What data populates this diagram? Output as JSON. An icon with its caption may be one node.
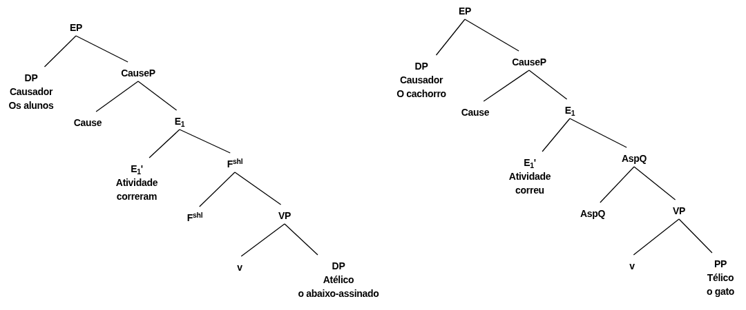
{
  "diagram": {
    "nodes": [
      {
        "text": [
          "EP"
        ]
      },
      {
        "text": [
          "DP",
          "Causador",
          "Os alunos"
        ]
      },
      {
        "text": [
          "CauseP"
        ]
      },
      {
        "text": [
          "Cause"
        ]
      },
      {
        "text": [
          "E$_{1}$"
        ]
      },
      {
        "text": [
          "E$_{1}$'",
          "Atividade",
          "correram"
        ]
      },
      {
        "text": [
          "F$^{shl}$"
        ]
      },
      {
        "text": [
          "F$^{shl}$"
        ]
      },
      {
        "text": [
          "VP"
        ]
      },
      {
        "text": [
          "v"
        ]
      },
      {
        "text": [
          "DP",
          "Atélico",
          "o abaixo-assinado"
        ]
      },
      {
        "text": [
          "EP"
        ]
      },
      {
        "text": [
          "DP",
          "Causador",
          "O cachorro"
        ]
      },
      {
        "text": [
          "CauseP"
        ]
      },
      {
        "text": [
          "Cause"
        ]
      },
      {
        "text": [
          "E$_{1}$"
        ]
      },
      {
        "text": [
          "E$_{1}$'",
          "Atividade",
          "correu"
        ]
      },
      {
        "text": [
          "AspQ"
        ]
      },
      {
        "text": [
          "AspQ"
        ]
      },
      {
        "text": [
          "VP"
        ]
      },
      {
        "text": [
          "v"
        ]
      },
      {
        "text": [
          "PP",
          "Télico",
          "o gato"
        ]
      }
    ],
    "edges": [
      {
        "from": 0,
        "to": 1,
        "arrow": "none"
      },
      {
        "from": 0,
        "to": 2,
        "arrow": "none"
      },
      {
        "from": 2,
        "to": 3,
        "arrow": "none"
      },
      {
        "from": 2,
        "to": 4,
        "arrow": "none"
      },
      {
        "from": 4,
        "to": 5,
        "arrow": "none"
      },
      {
        "from": 4,
        "to": 6,
        "arrow": "none"
      },
      {
        "from": 6,
        "to": 7,
        "arrow": "none"
      },
      {
        "from": 6,
        "to": 8,
        "arrow": "none"
      },
      {
        "from": 8,
        "to": 9,
        "arrow": "none"
      },
      {
        "from": 8,
        "to": 10,
        "arrow": "none"
      },
      {
        "from": 11,
        "to": 12,
        "arrow": "none"
      },
      {
        "from": 11,
        "to": 13,
        "arrow": "none"
      },
      {
        "from": 13,
        "to": 14,
        "arrow": "none"
      },
      {
        "from": 13,
        "to": 15,
        "arrow": "none"
      },
      {
        "from": 15,
        "to": 16,
        "arrow": "none"
      },
      {
        "from": 15,
        "to": 17,
        "arrow": "none"
      },
      {
        "from": 17,
        "to": 18,
        "arrow": "none"
      },
      {
        "from": 17,
        "to": 19,
        "arrow": "none"
      },
      {
        "from": 19,
        "to": 20,
        "arrow": "none"
      },
      {
        "from": 19,
        "to": 21,
        "arrow": "none"
      }
    ]
  }
}
